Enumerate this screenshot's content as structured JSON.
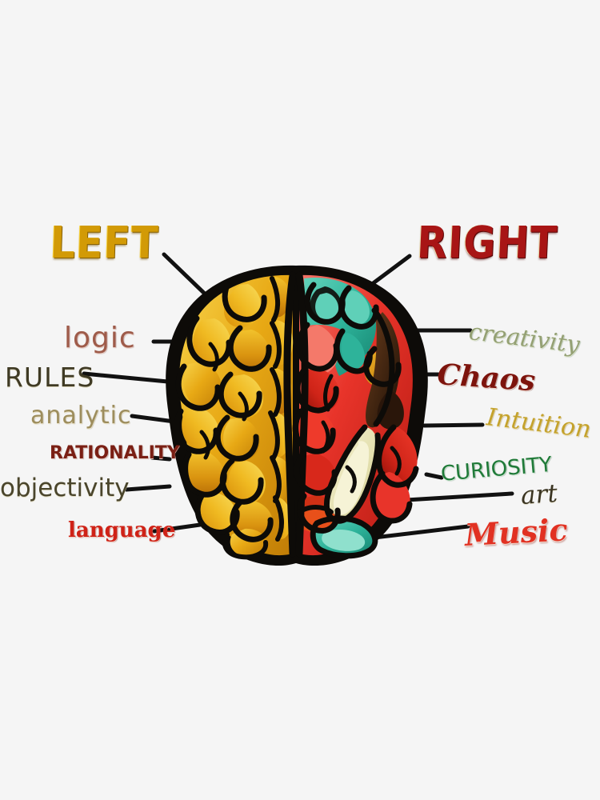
{
  "background": {
    "color": "#f5f5f5"
  },
  "artwork": {
    "name": "left-right-brain-illustration",
    "alt": "Top-down illustration of a human brain split into a golden left hemisphere and a multicolored right hemisphere",
    "colors": {
      "outline": "#0d0b08",
      "left_hemisphere_primary": "#e0a213",
      "left_hemisphere_highlight": "#f5cb36",
      "left_hemisphere_shadow": "#b97708",
      "right_teal": "#2eb39a",
      "right_teal_light": "#5fd0b8",
      "right_red": "#e8342a",
      "right_red_dark": "#c21d14",
      "right_salmon": "#f4796a",
      "right_cream": "#ece9c0",
      "right_gold": "#d69a18",
      "right_brown": "#4a2a14",
      "leader_line": "#111111"
    }
  },
  "headings": {
    "left": {
      "text": "LEFT",
      "color": "#d29a06"
    },
    "right": {
      "text": "RIGHT",
      "color": "#a81515"
    }
  },
  "left_labels": [
    {
      "text": "logic",
      "color": "#9e5b4a"
    },
    {
      "text": "RULES",
      "color": "#3f3a24"
    },
    {
      "text": "analytic",
      "color": "#9d8d5d"
    },
    {
      "text": "RATIONALITY",
      "color": "#7a1f14"
    },
    {
      "text": "objectivity",
      "color": "#4a452c"
    },
    {
      "text": "language",
      "color": "#cf2217"
    }
  ],
  "right_labels": [
    {
      "text": "creativity",
      "color": "#94a073"
    },
    {
      "text": "Chaos",
      "color": "#7d140d"
    },
    {
      "text": "Intuition",
      "color": "#c4a22c"
    },
    {
      "text": "CURIOSITY",
      "color": "#1f7a38"
    },
    {
      "text": "art",
      "color": "#3a3422"
    },
    {
      "text": "Music",
      "color": "#e13122"
    }
  ]
}
